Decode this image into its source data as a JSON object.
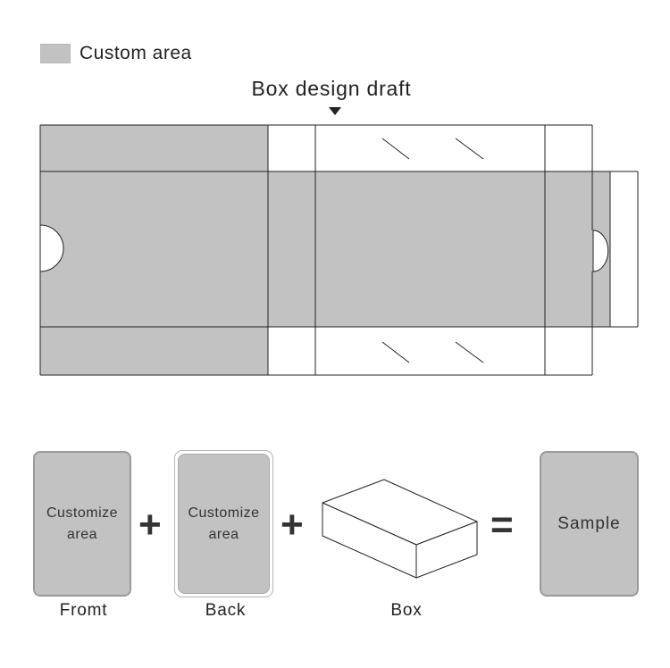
{
  "legend": {
    "label": "Custom area",
    "swatch_color": "#c2c2c2"
  },
  "draft": {
    "title": "Box design draft",
    "marker_icon": "triangle-down-icon",
    "fill_color": "#c2c2c2",
    "line_color": "#222222"
  },
  "equation": {
    "front": {
      "text": "Customize\narea",
      "caption": "Fromt"
    },
    "back": {
      "text": "Customize\narea",
      "caption": "Back"
    },
    "box": {
      "caption": "Box",
      "icon": "box-icon"
    },
    "sample": {
      "text": "Sample"
    },
    "plus_symbol": "+",
    "equals_symbol": "="
  }
}
